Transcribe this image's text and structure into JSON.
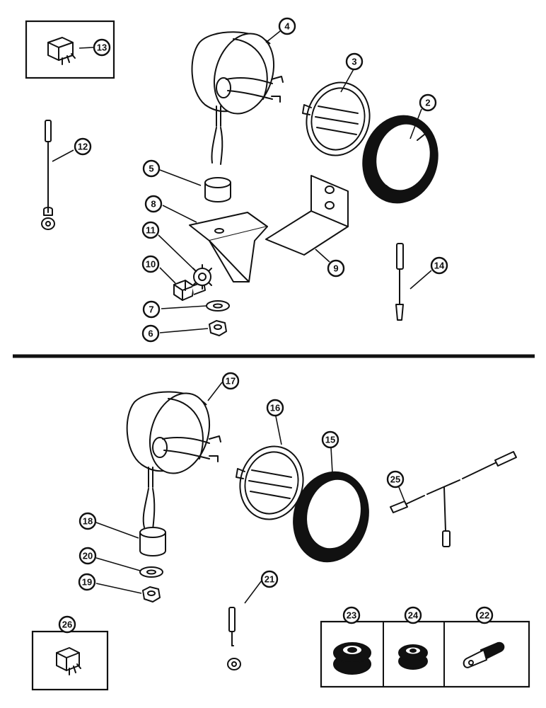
{
  "callouts": {
    "c1": "2",
    "c2": "3",
    "c3": "4",
    "c4": "5",
    "c5": "6",
    "c6": "7",
    "c7": "8",
    "c8": "9",
    "c9": "10",
    "c10": "11",
    "c11": "12",
    "c12": "13",
    "c13": "14",
    "c14": "15",
    "c15": "16",
    "c16": "17",
    "c17": "18",
    "c18": "19",
    "c19": "20",
    "c20": "21",
    "c21": "22",
    "c22": "23",
    "c23": "24",
    "c24": "25",
    "c25": "26"
  }
}
